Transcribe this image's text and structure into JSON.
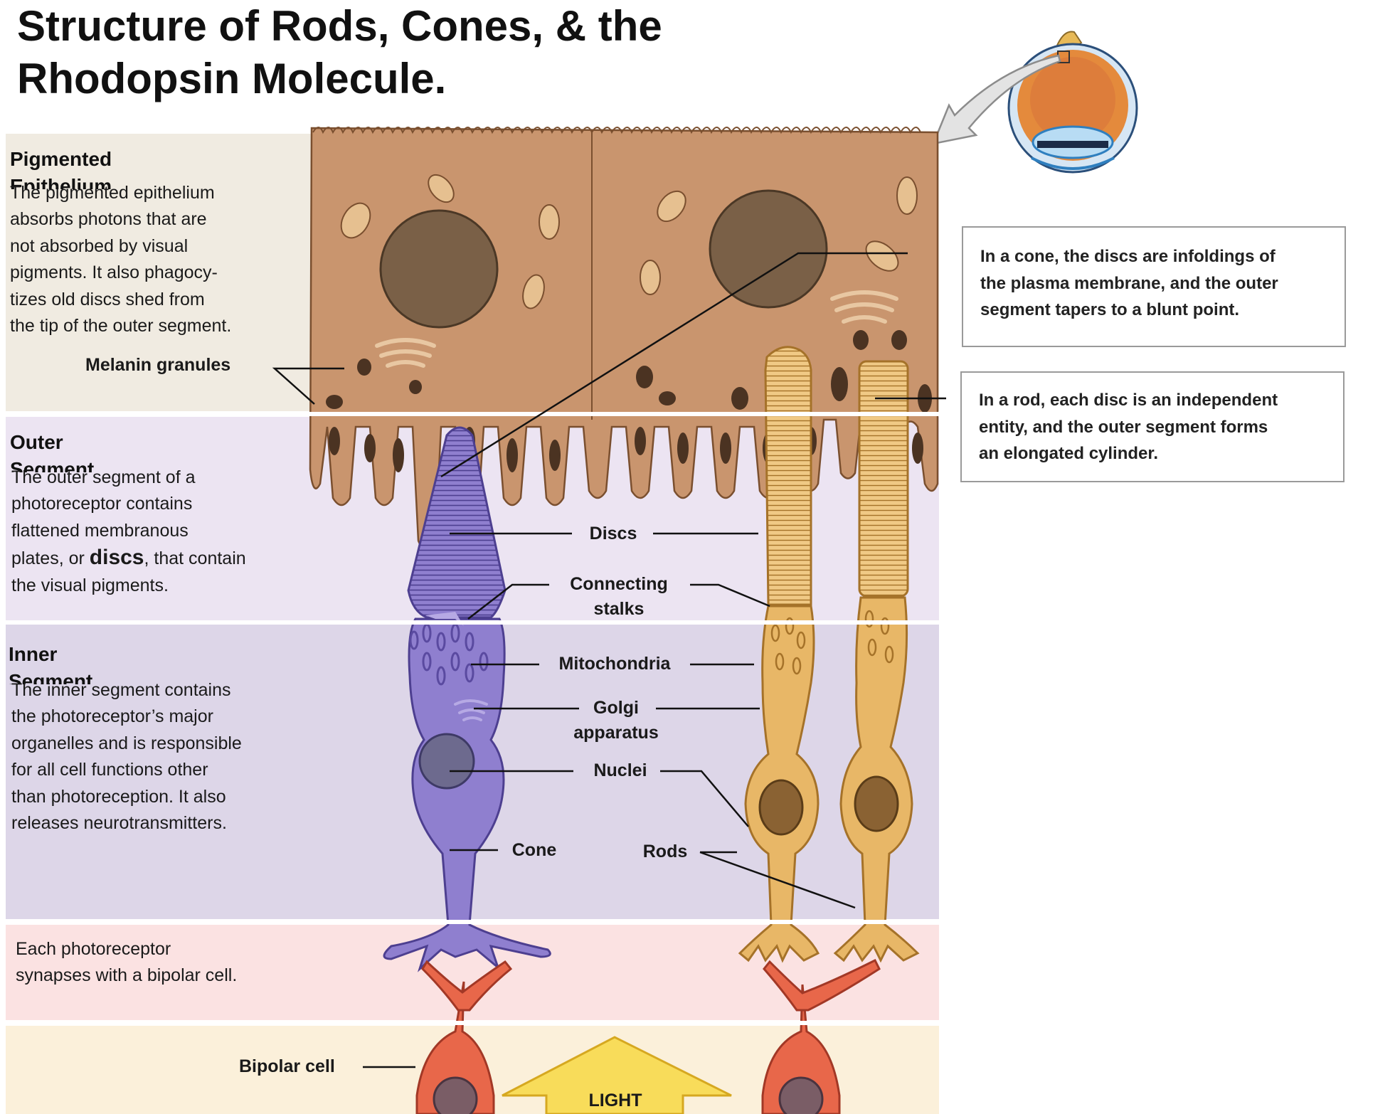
{
  "title": {
    "line1": "Structure of Rods, Cones, & the",
    "line2": "Rhodopsin Molecule."
  },
  "sections": {
    "pigmented": {
      "heading_line1": "Pigmented",
      "heading_line2": "Epithelium",
      "body": [
        "The pigmented epithelium",
        "absorbs photons that are",
        "not absorbed by visual",
        "pigments. It also phagocy-",
        "tizes old discs shed from",
        "the tip of the outer segment."
      ]
    },
    "outer": {
      "heading_line1": "Outer",
      "heading_line2": "Segment",
      "body_line1": "The outer segment of a",
      "body_line2": "photoreceptor contains",
      "body_line3": "flattened membranous",
      "body_line4_pre": "plates, or ",
      "body_line4_bold": "discs",
      "body_line4_post": ", that contain",
      "body_line5": "the visual pigments."
    },
    "inner": {
      "heading_line1": "Inner",
      "heading_line2": "Segment",
      "body": [
        "The inner segment contains",
        "the photoreceptor’s major",
        "organelles and is responsible",
        "for all cell functions other",
        "than photoreception. It also",
        "releases neurotransmitters."
      ]
    },
    "synapse": {
      "body": [
        "Each photoreceptor",
        "synapses with a bipolar cell."
      ]
    }
  },
  "labels": {
    "melanin": "Melanin granules",
    "discs": "Discs",
    "connecting_line1": "Connecting",
    "connecting_line2": "stalks",
    "mitochondria": "Mitochondria",
    "golgi_line1": "Golgi",
    "golgi_line2": "apparatus",
    "nuclei": "Nuclei",
    "cone": "Cone",
    "rods": "Rods",
    "bipolar": "Bipolar cell",
    "light": "LIGHT"
  },
  "callouts": {
    "cone": [
      "In a cone, the discs are infoldings of",
      "the plasma membrane, and the outer",
      "segment tapers to a blunt point."
    ],
    "rod": [
      "In a rod, each disc is an independent",
      "entity, and the outer segment forms",
      "an elongated cylinder."
    ]
  },
  "colors": {
    "epithelium": "#c9956e",
    "cone": "#8f7fcf",
    "rod": "#e8b767",
    "bipolar": "#e8674a",
    "light_arrow": "#f8dc5a"
  }
}
